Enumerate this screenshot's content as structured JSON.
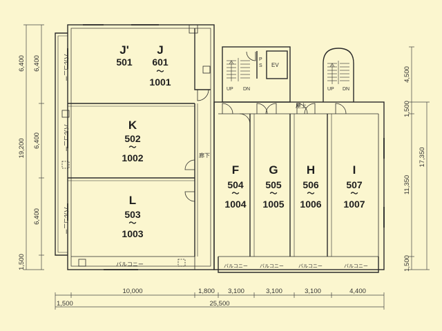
{
  "units": {
    "J": {
      "letter": "J",
      "letter_prime": "J'",
      "num_top": "501",
      "range_from": "601",
      "tilde": "〜",
      "range_to": "1001"
    },
    "K": {
      "letter": "K",
      "num": "502",
      "tilde": "〜",
      "range_to": "1002"
    },
    "L": {
      "letter": "L",
      "num": "503",
      "tilde": "〜",
      "range_to": "1003"
    },
    "F": {
      "letter": "F",
      "num": "504",
      "tilde": "〜",
      "range_to": "1004"
    },
    "G": {
      "letter": "G",
      "num": "505",
      "tilde": "〜",
      "range_to": "1005"
    },
    "H": {
      "letter": "H",
      "num": "506",
      "tilde": "〜",
      "range_to": "1006"
    },
    "I": {
      "letter": "I",
      "num": "507",
      "tilde": "〜",
      "range_to": "1007"
    }
  },
  "labels": {
    "balcony": "バルコニー",
    "corridor": "廊下",
    "rooftop": "屋上",
    "up": "UP",
    "dn": "DN",
    "ev": "EV",
    "ps_p": "P",
    "ps_s": "S"
  },
  "dimensions": {
    "left": {
      "d1": "6,400",
      "d2": "6,400",
      "d3": "6,400",
      "d4": "1,500",
      "total": "19,200"
    },
    "bottom": {
      "d1": "10,000",
      "d2": "1,800",
      "d3": "3,100",
      "d4": "3,100",
      "d5": "3,100",
      "d6": "4,400",
      "margin": "1,500",
      "total": "25,500"
    },
    "right": {
      "d1": "4,500",
      "d2": "1,500",
      "d3": "11,350",
      "d4": "1,500",
      "total": "17,350"
    }
  }
}
